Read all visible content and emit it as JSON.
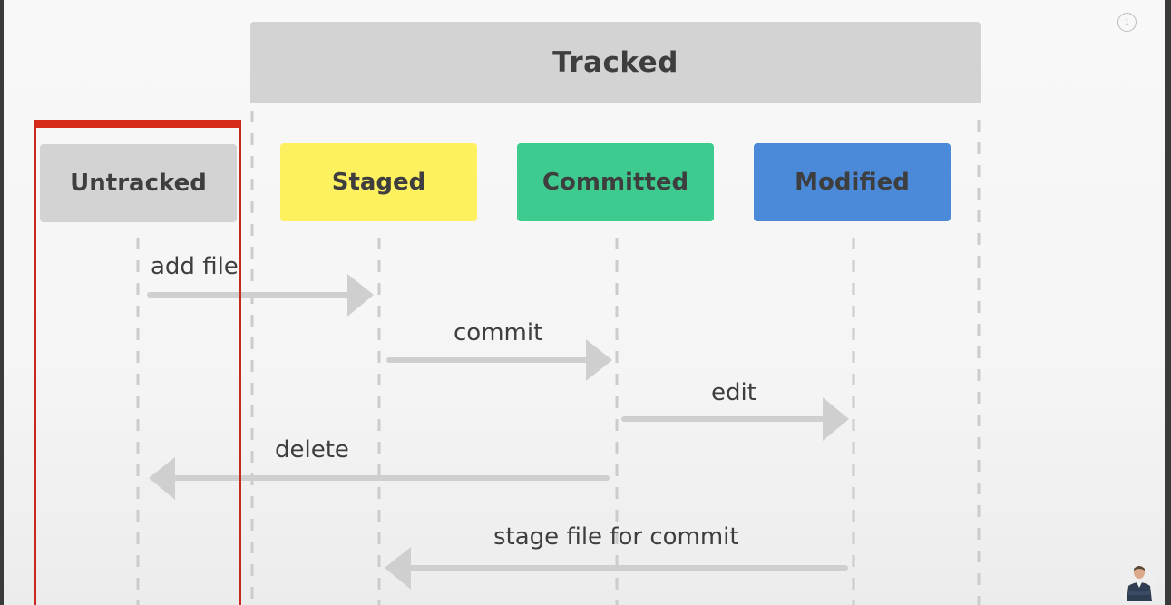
{
  "tracked": {
    "label": "Tracked"
  },
  "states": {
    "untracked": "Untracked",
    "staged": "Staged",
    "committed": "Committed",
    "modified": "Modified"
  },
  "actions": {
    "add_file": "add file",
    "commit": "commit",
    "edit": "edit",
    "delete": "delete",
    "stage_file": "stage file for commit"
  },
  "info": {
    "glyph": "i",
    "icon": "info-icon"
  },
  "colors": {
    "untracked": "#d3d3d3",
    "staged": "#fef15f",
    "committed": "#3ecb8f",
    "modified": "#4a8ad9",
    "highlight": "#d62a1a",
    "arrow": "#cfcfcf"
  }
}
